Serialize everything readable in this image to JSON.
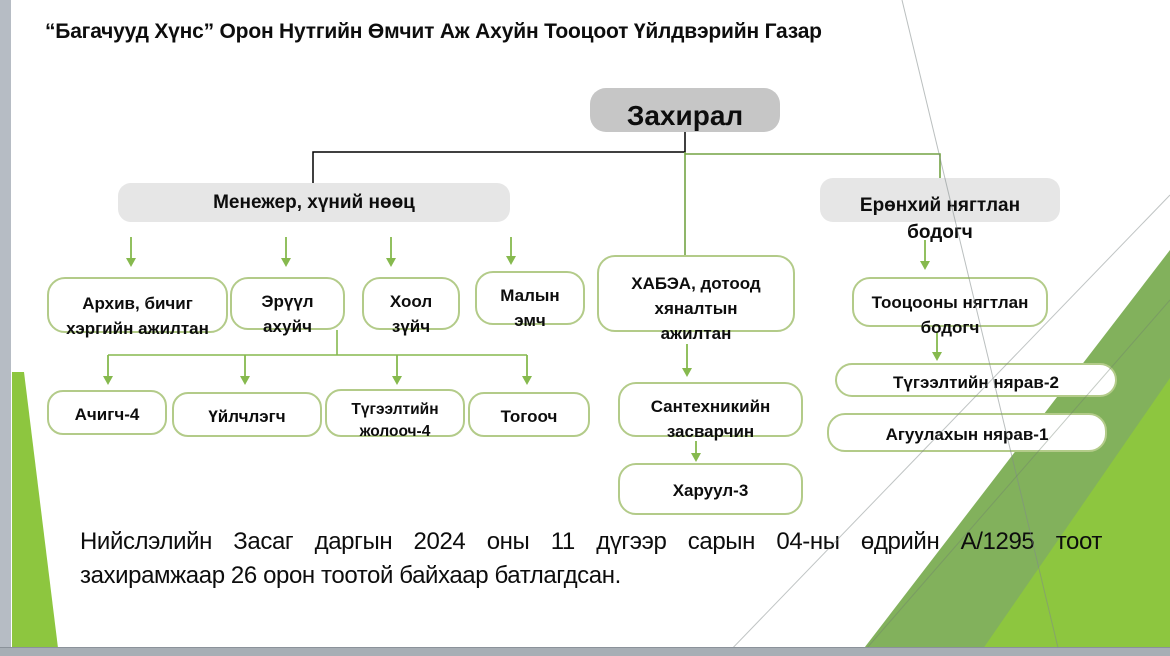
{
  "title": "“Багачууд Хүнс” Орон Нутгийн Өмчит Аж Ахуйн Тооцоот Үйлдвэрийн Газар",
  "org": {
    "root": "Захирал",
    "groups": {
      "manager_hr": "Менежер, хүний нөөц",
      "chief_accountant": "Ерөнхий нягтлан\nбодогч"
    },
    "nodes": {
      "archive_clerk": "Архив, бичиг\nхэргийн ажилтан",
      "hygienist": "Эрүүл\nахуйч",
      "nutritionist": "Хоол\nзүйч",
      "veterinarian": "Малын\nэмч",
      "loader": "Ачигч-4",
      "cleaner": "Үйлчлэгч",
      "delivery_driver": "Түгээлтийн\nжолооч-4",
      "cook": "Тогооч",
      "safety_internal_control": "ХАБЭА, дотоод\nхяналтын\nажилтан",
      "plumber": "Сантехникийн\nзасварчин",
      "guard": "Харуул-3",
      "billing_accountant": "Тооцооны нягтлан\nбодогч",
      "distribution_storekeeper": "Түгээлтийн нярав-2",
      "warehouse_storekeeper": "Агуулахын нярав-1"
    }
  },
  "footer": {
    "line1": "Нийслэлийн Засаг даргын 2024 оны 11 дүгээр сарын 04-ны өдрийн А/1295 тоот",
    "line2": "захирамжаар 26 орон тоотой байхаар батлагдсан."
  },
  "colors": {
    "accent_green_bright": "#8dc63f",
    "accent_green_muted": "#82b15c",
    "node_border": "#b3cb89",
    "arrow_green": "#86b94e",
    "connector_green": "#73a343",
    "connector_black": "#000000",
    "header_gray": "#e6e6e6",
    "root_gray": "#c6c6c6"
  }
}
